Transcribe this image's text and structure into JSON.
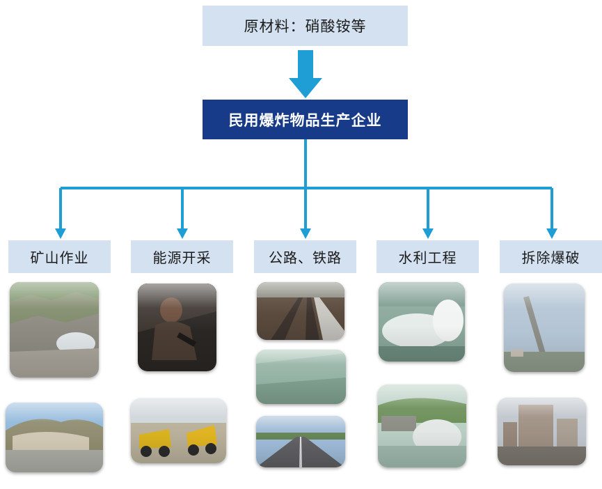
{
  "raw_material": {
    "label": "原材料：硝酸铵等"
  },
  "enterprise": {
    "label": "民用爆炸物品生产企业"
  },
  "categories": [
    {
      "label": "矿山作业"
    },
    {
      "label": "能源开采"
    },
    {
      "label": "公路、铁路"
    },
    {
      "label": "水利工程"
    },
    {
      "label": "拆除爆破"
    }
  ],
  "colors": {
    "connector": "#1f9ed6",
    "enterprise_fill": "#173b88",
    "box_fill": "#d4e1f1"
  }
}
